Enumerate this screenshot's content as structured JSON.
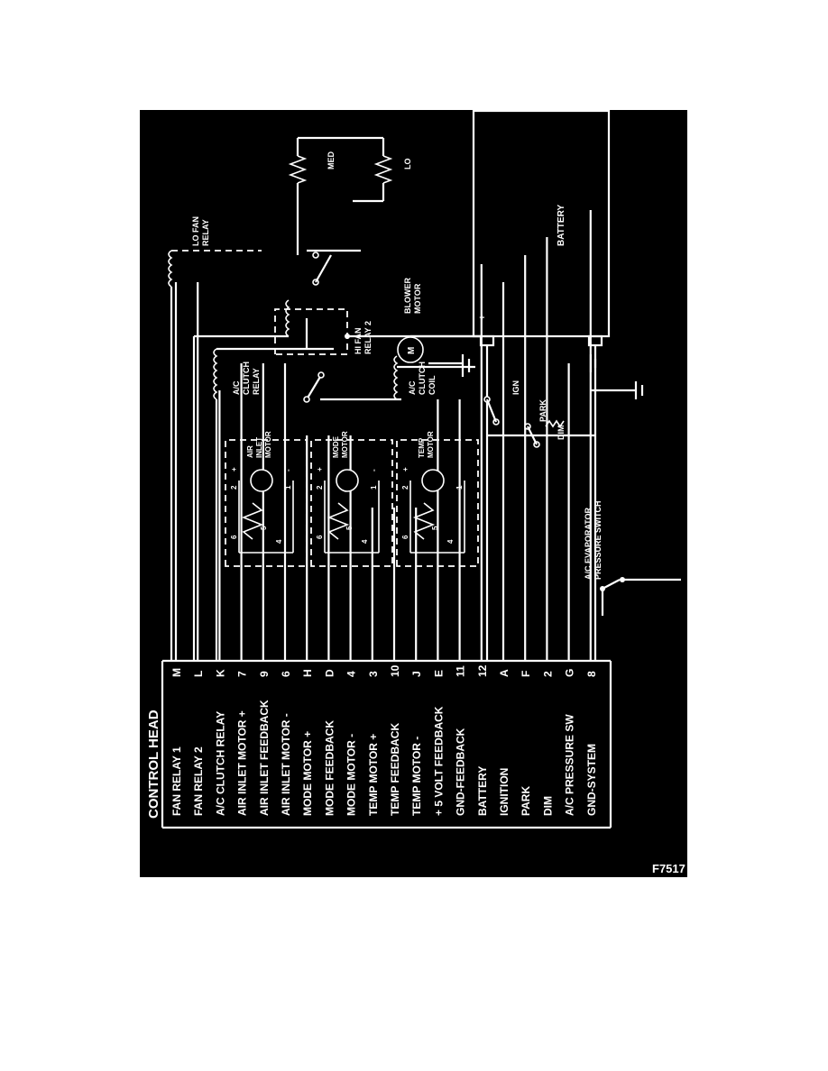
{
  "diagram": {
    "figure_code": "F7517",
    "control_head": {
      "title": "CONTROL HEAD",
      "terminals": [
        {
          "label": "FAN RELAY 1",
          "pin": "M"
        },
        {
          "label": "FAN RELAY 2",
          "pin": "L"
        },
        {
          "label": "A/C CLUTCH RELAY",
          "pin": "K"
        },
        {
          "label": "AIR INLET MOTOR +",
          "pin": "7"
        },
        {
          "label": "AIR INLET FEEDBACK",
          "pin": "9"
        },
        {
          "label": "AIR INLET MOTOR -",
          "pin": "6"
        },
        {
          "label": "MODE MOTOR +",
          "pin": "H"
        },
        {
          "label": "MODE FEEDBACK",
          "pin": "D"
        },
        {
          "label": "MODE MOTOR -",
          "pin": "4"
        },
        {
          "label": "TEMP MOTOR +",
          "pin": "3"
        },
        {
          "label": "TEMP FEEDBACK",
          "pin": "10"
        },
        {
          "label": "TEMP MOTOR -",
          "pin": "J"
        },
        {
          "label": "+ 5 VOLT FEEDBACK",
          "pin": "E"
        },
        {
          "label": "GND-FEEDBACK",
          "pin": "11"
        },
        {
          "label": "BATTERY",
          "pin": "12"
        },
        {
          "label": "IGNITION",
          "pin": "A"
        },
        {
          "label": "PARK",
          "pin": "F"
        },
        {
          "label": "DIM",
          "pin": "2"
        },
        {
          "label": "A/C PRESSURE SW",
          "pin": "G"
        },
        {
          "label": "GND-SYSTEM",
          "pin": "8"
        }
      ]
    },
    "components": {
      "battery": "BATTERY",
      "battery_plus": "+",
      "blower_motor": [
        "BLOWER",
        "MOTOR"
      ],
      "med": "MED",
      "lo": "LO",
      "lo_fan_relay": [
        "LO FAN",
        "RELAY"
      ],
      "hi_fan_relay": [
        "HI FAN",
        "RELAY 2"
      ],
      "ac_clutch_relay": [
        "A/C",
        "CLUTCH",
        "RELAY"
      ],
      "ac_clutch_coil": [
        "A/C",
        "CLUTCH",
        "COIL"
      ],
      "ign": "IGN",
      "park": "PARK",
      "dim": "DIM",
      "ac_evap_switch": [
        "A/C EVAPORATOR",
        "PRESSURE SWITCH"
      ],
      "motors": [
        {
          "name": [
            "AIR",
            "INLET",
            "MOTOR"
          ]
        },
        {
          "name": [
            "MODE",
            "MOTOR"
          ]
        },
        {
          "name": [
            "TEMP",
            "MOTOR"
          ]
        }
      ],
      "motor_pins": {
        "p6": "6",
        "p5": "5",
        "p4": "4",
        "p2": "2",
        "p1": "1",
        "plus": "+",
        "minus": "-"
      }
    }
  }
}
